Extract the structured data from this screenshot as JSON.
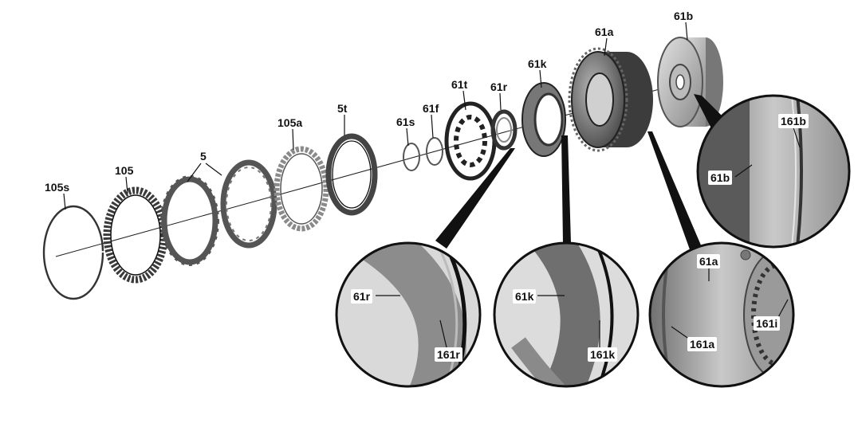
{
  "labels": {
    "l105s": "105s",
    "l105": "105",
    "l5": "5",
    "l105a": "105a",
    "l5t": "5t",
    "l61s": "61s",
    "l61f": "61f",
    "l61t": "61t",
    "l61r": "61r",
    "l61k": "61k",
    "l61a": "61a",
    "l61b": "61b"
  },
  "details": {
    "b_161b": "161b",
    "b_61b": "61b",
    "r_61r": "61r",
    "r_161r": "161r",
    "k_61k": "61k",
    "k_161k": "161k",
    "a_61a": "61a",
    "a_161a": "161a",
    "a_161i": "161i"
  }
}
